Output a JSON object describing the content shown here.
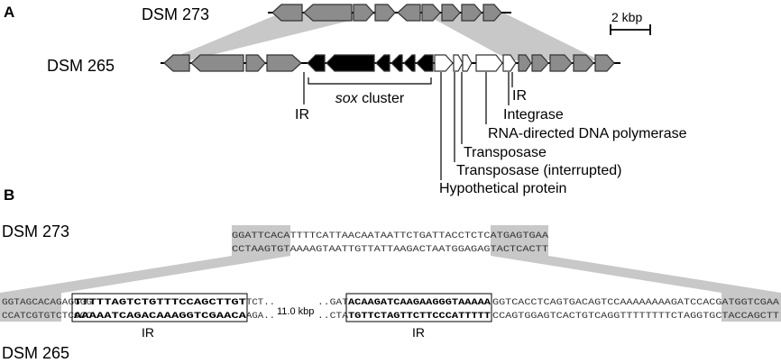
{
  "panel_a": {
    "label": "A",
    "strain_top": "DSM 273",
    "strain_bottom": "DSM 265",
    "scale_label": "2 kbp",
    "sox_label_italic": "sox",
    "sox_label_rest": " cluster",
    "annotations": {
      "ir_left": "IR",
      "ir_right": "IR",
      "integrase": "Integrase",
      "rna_pol": "RNA-directed DNA polymerase",
      "transposase": "Transposase",
      "transposase_int": "Transposase (interrupted)",
      "hypothetical": "Hypothetical protein"
    },
    "colors": {
      "gray_gene": "#8c8c8c",
      "sox_gene": "#000000",
      "white_gene": "#ffffff",
      "band": "#c8c8c8"
    }
  },
  "panel_b": {
    "label": "B",
    "strain_top": "DSM 273",
    "strain_bottom": "DSM 265",
    "gap_label": "11.0 kbp",
    "ir_label": "IR",
    "top_seq_1": "GGATTCACATTTTCATTAACAATAATTCTGATTACCTCTCATGAGTGAA",
    "top_seq_2": "CCTAAGTGTAAAAGTAATTGTTATTAAGACTAATGGAGAGTACTCACTT",
    "b1": {
      "left_1": "GGTAGCACAGAGGGG",
      "ir1_1": "TTTTTAGTCTGTTTCCAGCTTGT",
      "mid_1": "TCT..",
      "right_pre_1": "..GAT",
      "ir2_1": "ACAAGATCAAGAAGGGTAAAAA",
      "right_1": "GGTCACCTCAGTGACAGTCCAAAAAAAAGATCCACGATGGTCGAA"
    },
    "b2": {
      "left_2": "CCATCGTGTCTCCCC",
      "ir1_2": "AAAAATCAGACAAAGGTCGAACA",
      "mid_2": "AGA..",
      "right_pre_2": "..CTA",
      "ir2_2": "TGTTCTAGTTCTTCCCATTTTT",
      "right_2": "CCAGTGGAGTCACTGTCAGGTTTTTTTTCTAGGTGCTACCAGCTT"
    }
  }
}
